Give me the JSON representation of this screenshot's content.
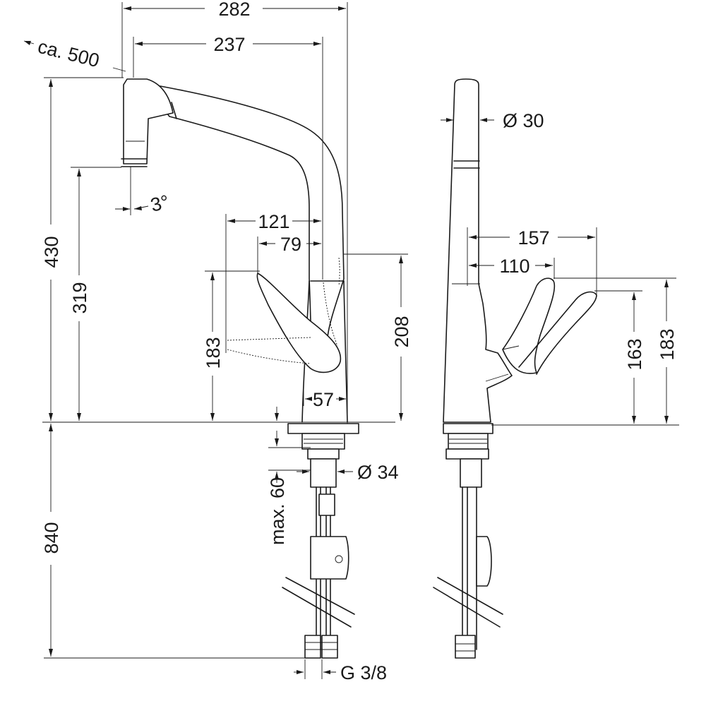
{
  "dimensions": {
    "width_total": "282",
    "width_spout": "237",
    "hose_pull": "ca. 500",
    "height_total": "430",
    "height_spout": "319",
    "tilt_angle": "3°",
    "lever_reach": "121",
    "lever_offset": "79",
    "lever_height": "183",
    "body_height": "208",
    "base_width": "57",
    "spout_diameter": "Ø 30",
    "side_reach": "157",
    "side_offset": "110",
    "side_height_1": "163",
    "side_height_2": "183",
    "shank_diameter": "Ø 34",
    "max_thickness": "max. 60",
    "hose_length": "840",
    "thread": "G 3/8"
  }
}
